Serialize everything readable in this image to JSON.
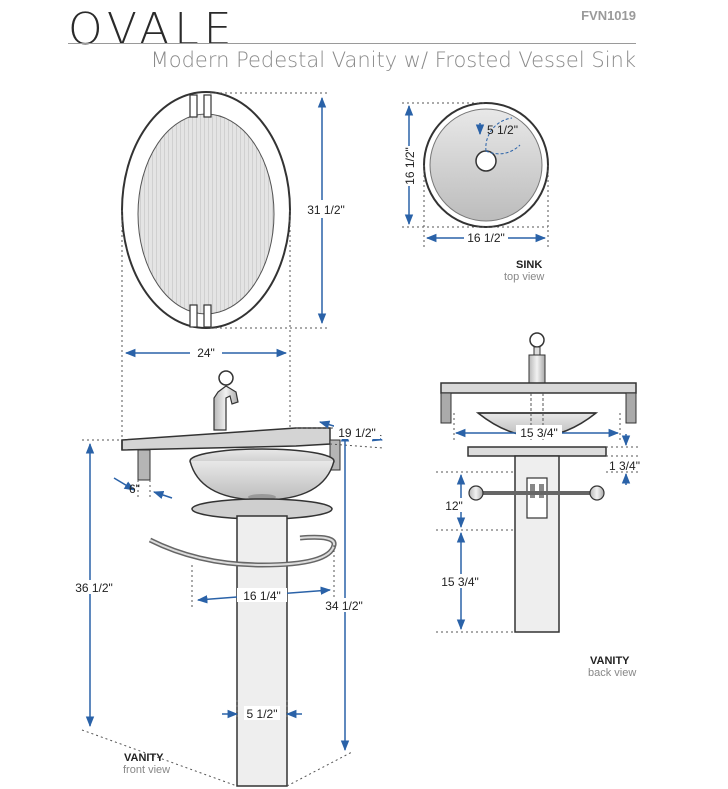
{
  "header": {
    "brand": "OVALE",
    "model_code": "FVN1019",
    "subtitle": "Modern Pedestal Vanity w/ Frosted Vessel Sink"
  },
  "views": {
    "sink_top": {
      "title": "SINK",
      "subtitle": "top view"
    },
    "vanity_back": {
      "title": "VANITY",
      "subtitle": "back view"
    },
    "vanity_front": {
      "title": "VANITY",
      "subtitle": "front view"
    }
  },
  "dimensions": {
    "mirror_height": "31 1/2\"",
    "mirror_width": "24\"",
    "sink_depth": "16 1/2\"",
    "sink_width": "16 1/2\"",
    "sink_drain": "5 1/2\"",
    "counter_depth": "19 1/2\"",
    "back_bowl_width": "15 3/4\"",
    "back_shelf_thickness": "1 3/4\"",
    "back_upper_height": "12\"",
    "back_lower_height": "15 3/4\"",
    "overall_height": "36 1/2\"",
    "counter_to_floor": "34 1/2\"",
    "bracket_depth": "6\"",
    "towel_bar_width": "16 1/4\"",
    "pedestal_width": "5 1/2\""
  },
  "colors": {
    "dimension_line": "#2a62a8",
    "outline": "#333333",
    "frosted": "#d6d6d6"
  }
}
